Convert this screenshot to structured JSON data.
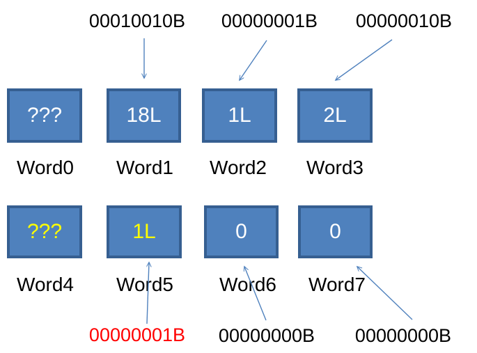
{
  "colors": {
    "box_fill": "#4F81BD",
    "box_border": "#365F91",
    "arrow": "#4F81BD",
    "label_black": "#000000",
    "label_red": "#FF0000",
    "value_white": "#FFFFFF",
    "value_yellow": "#FFFF00"
  },
  "top_labels": [
    {
      "text": "00010010B",
      "color": "#000000"
    },
    {
      "text": "00000001B",
      "color": "#000000"
    },
    {
      "text": "00000010B",
      "color": "#000000"
    }
  ],
  "words": [
    {
      "label": "Word0",
      "value": "???",
      "value_color": "#FFFFFF"
    },
    {
      "label": "Word1",
      "value": "18L",
      "value_color": "#FFFFFF"
    },
    {
      "label": "Word2",
      "value": "1L",
      "value_color": "#FFFFFF"
    },
    {
      "label": "Word3",
      "value": "2L",
      "value_color": "#FFFFFF"
    },
    {
      "label": "Word4",
      "value": "???",
      "value_color": "#FFFF00"
    },
    {
      "label": "Word5",
      "value": "1L",
      "value_color": "#FFFF00"
    },
    {
      "label": "Word6",
      "value": "0",
      "value_color": "#FFFFFF"
    },
    {
      "label": "Word7",
      "value": "0",
      "value_color": "#FFFFFF"
    }
  ],
  "bottom_labels": [
    {
      "text": "00000001B",
      "color": "#FF0000"
    },
    {
      "text": "00000000B",
      "color": "#000000"
    },
    {
      "text": "00000000B",
      "color": "#000000"
    }
  ]
}
